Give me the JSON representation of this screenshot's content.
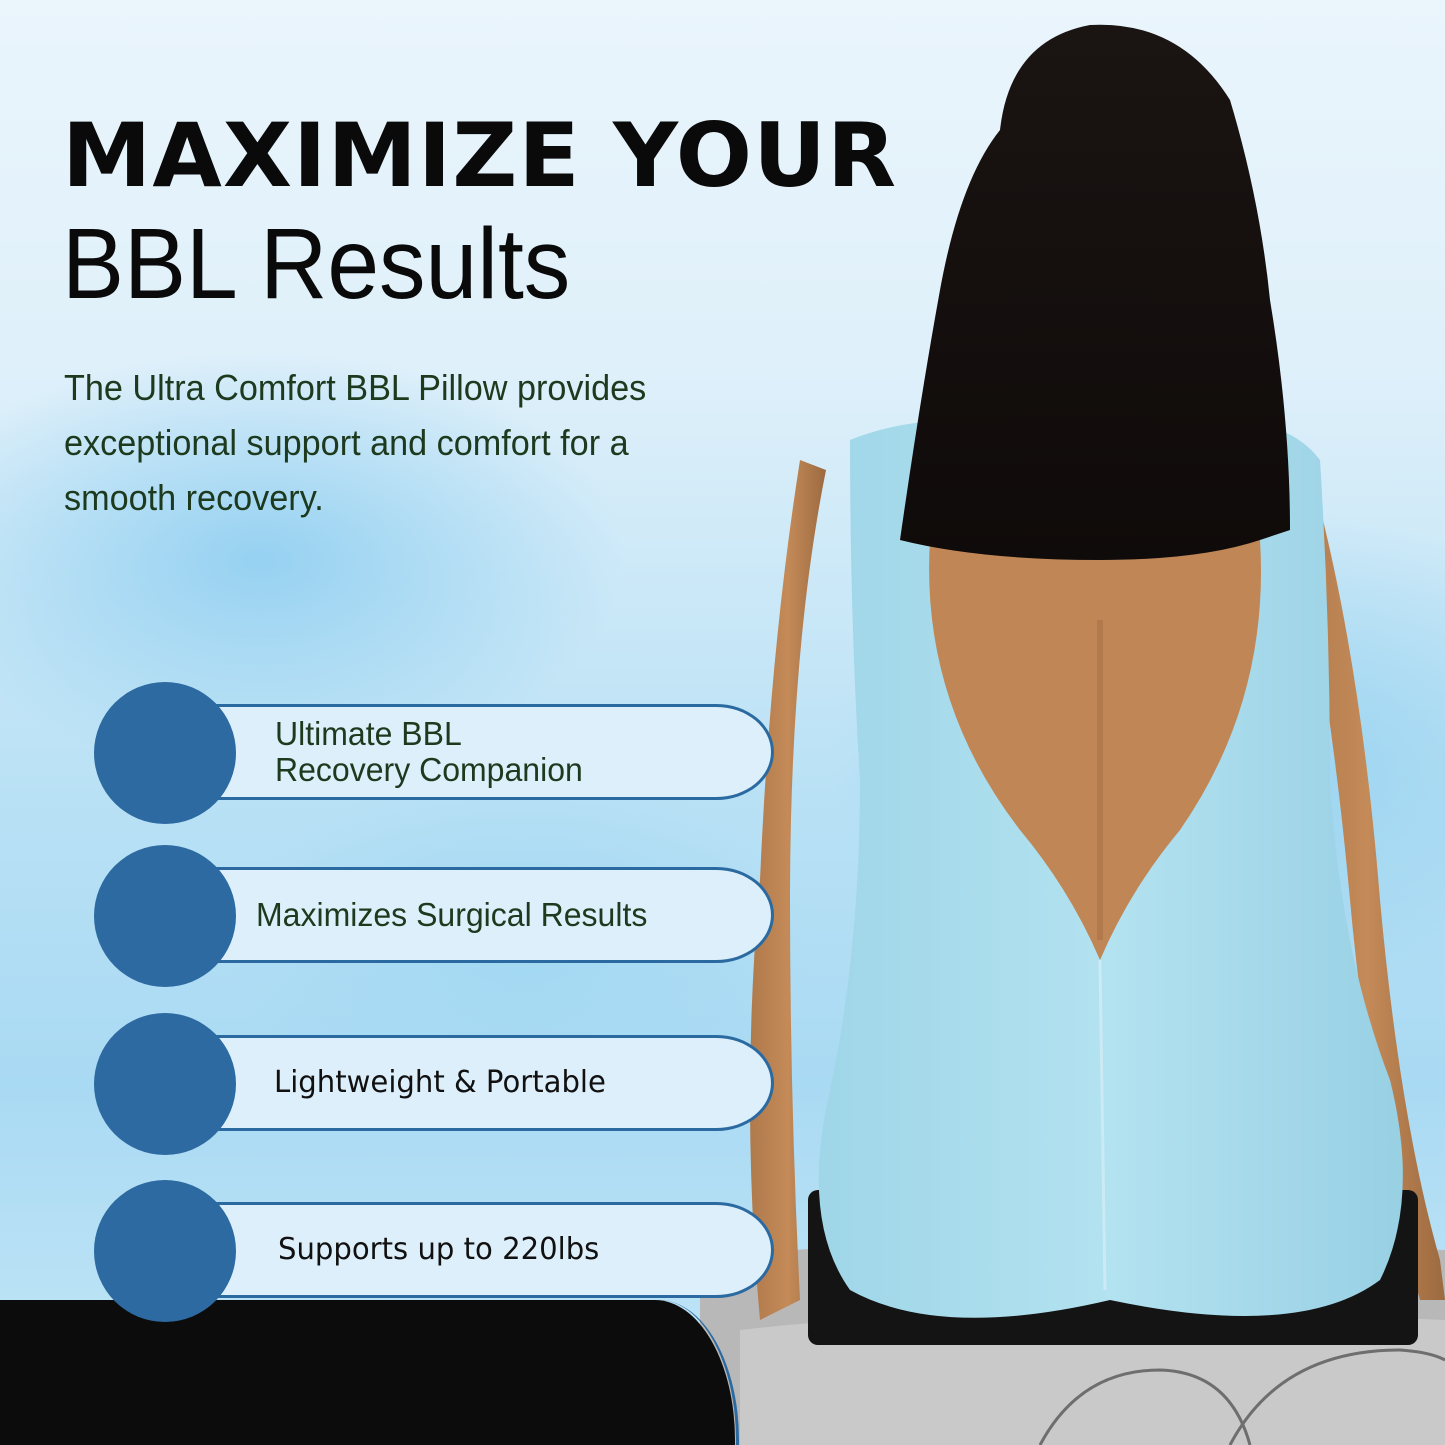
{
  "headline": {
    "line1": "MAXIMIZE YOUR",
    "line2": "BBL Results"
  },
  "subtitle": "The Ultra Comfort BBL Pillow provides exceptional support and comfort for a smooth recovery.",
  "features": [
    {
      "line1": "Ultimate BBL",
      "line2": "Recovery Companion"
    },
    {
      "text": "Maximizes Surgical Results"
    },
    {
      "text": "Lightweight & Portable"
    },
    {
      "text": "Supports up to 220lbs"
    }
  ],
  "colors": {
    "accent_blue": "#2c6aa1",
    "pill_fill": "#ddeffa",
    "headline": "#0a0a0a",
    "body_text": "#1d3a1f",
    "bottom_band": "#0c0c0c",
    "garment": "#a8dcec",
    "cushion": "#141414"
  },
  "photo": {
    "subject": "woman-seated-on-bbl-pillow-back-view"
  }
}
